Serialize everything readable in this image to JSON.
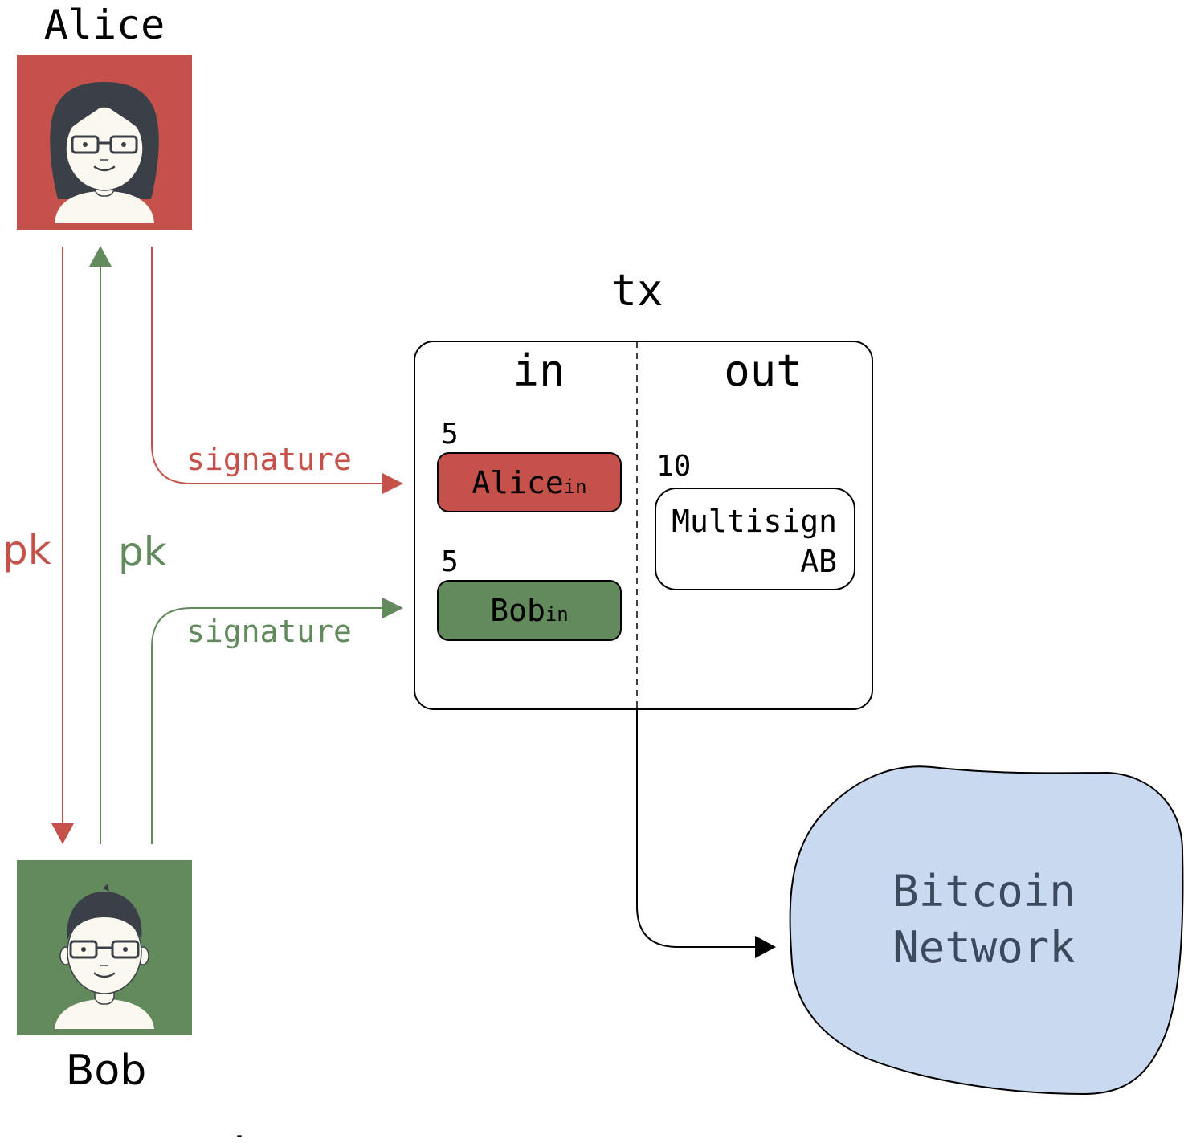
{
  "colors": {
    "alice": "#c5524a",
    "bob": "#638a5d",
    "network_fill": "#c9d9f0",
    "network_text": "#3d4a5e",
    "hair": "#3b4048",
    "skin": "#fbf8ef",
    "black": "#000000"
  },
  "participants": {
    "alice": {
      "name": "Alice",
      "icon": "female-avatar-icon"
    },
    "bob": {
      "name": "Bob",
      "icon": "male-avatar-icon"
    }
  },
  "arrows": {
    "alice_pk_label": "pk",
    "bob_pk_label": "pk",
    "alice_signature_label": "signature",
    "bob_signature_label": "signature"
  },
  "transaction": {
    "title": "tx",
    "in_header": "in",
    "out_header": "out",
    "inputs": [
      {
        "amount": "5",
        "label": "Alice",
        "subscript": "in"
      },
      {
        "amount": "5",
        "label": "Bob",
        "subscript": "in"
      }
    ],
    "outputs": [
      {
        "amount": "10",
        "line1": "Multisign",
        "line2": "AB"
      }
    ]
  },
  "network": {
    "line1": "Bitcoin",
    "line2": "Network"
  },
  "footer_mark": "-"
}
